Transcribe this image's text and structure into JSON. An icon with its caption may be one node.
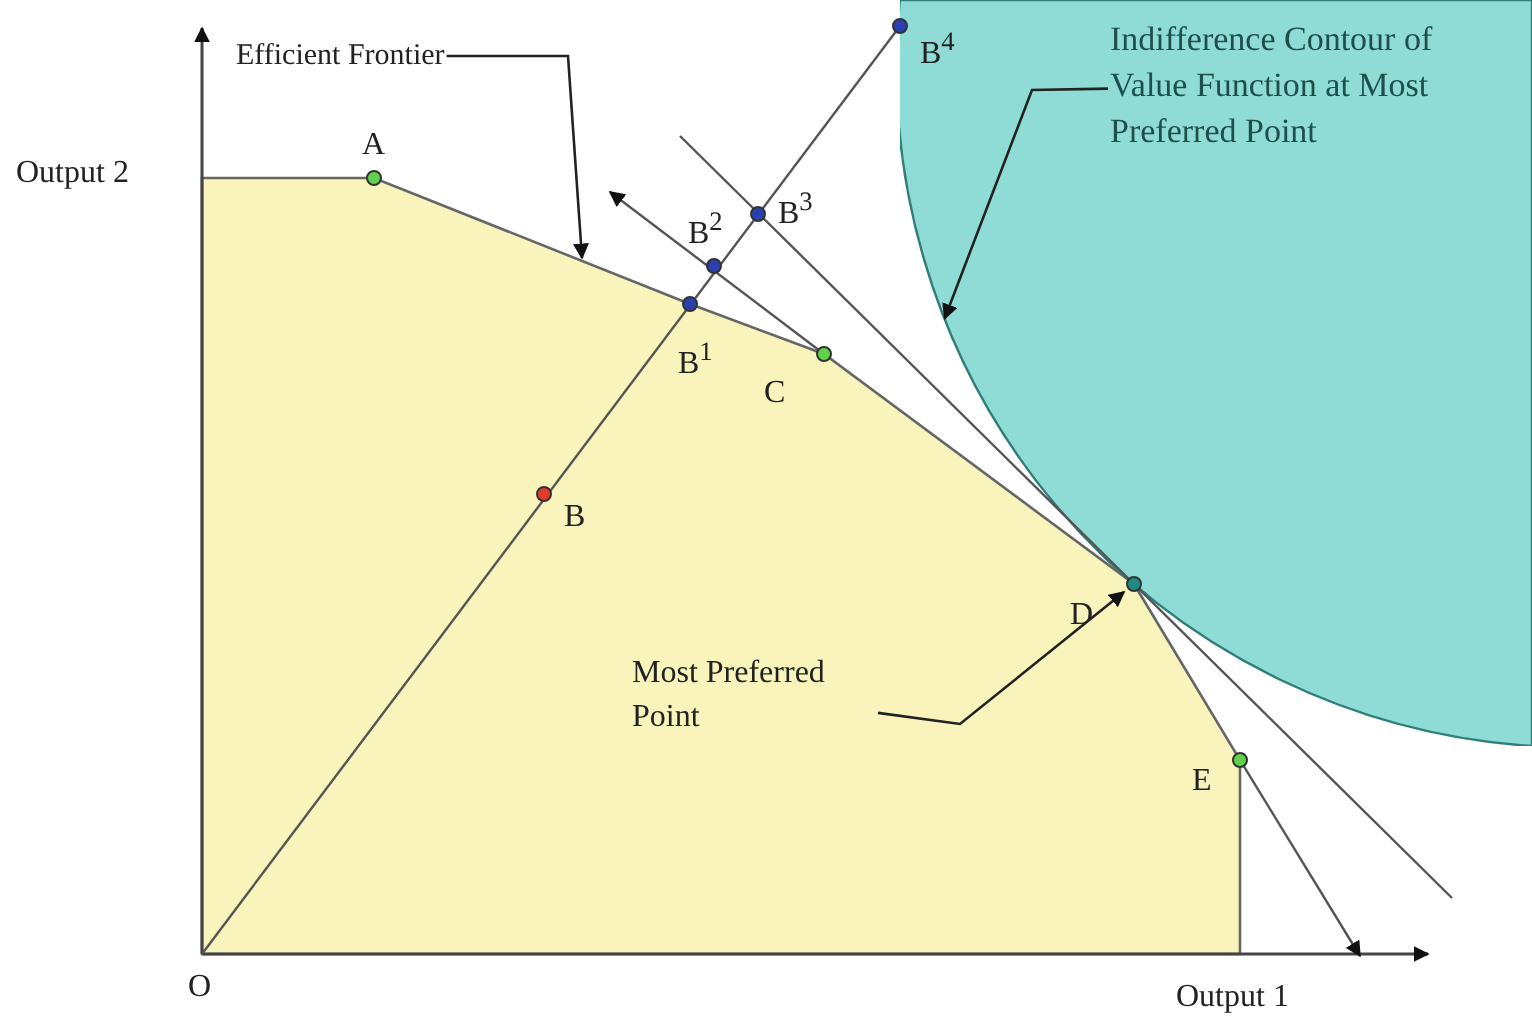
{
  "diagram": {
    "nodes": [
      {
        "text": [
          "Efficient Frontier"
        ]
      },
      {
        "text": [],
        "shape": "circle"
      },
      {
        "text": [
          "Indifference Contour of Value Function at Most Preferred Point"
        ],
        "in": 1
      },
      {
        "text": [],
        "shape": "circle",
        "beside": [
          "B$^{4}$"
        ]
      },
      {
        "text": [],
        "shape": "circle",
        "beside": [
          "A"
        ]
      },
      {
        "text": [],
        "shape": "circle",
        "beside": [
          "B$^{3}$"
        ]
      },
      {
        "text": [],
        "shape": "circle",
        "beside": [
          "B$^{2}$"
        ]
      },
      {
        "text": [],
        "shape": "circle",
        "beside": [
          "B$^{1}$"
        ]
      },
      {
        "text": [],
        "shape": "circle",
        "beside": [
          "C"
        ]
      },
      {
        "text": [],
        "shape": "circle",
        "beside": [
          "B"
        ]
      },
      {
        "text": [
          "Most Preferred Point"
        ]
      },
      {
        "text": [],
        "shape": "circle",
        "beside": [
          "D"
        ]
      },
      {
        "text": [],
        "shape": "circle",
        "beside": [
          "E"
        ]
      }
    ],
    "edges": [
      {
        "from": 0,
        "to": null,
        "arrow": "to"
      },
      {
        "from": 2,
        "to": 1,
        "arrow": "to"
      },
      {
        "from": 10,
        "to": 11,
        "arrow": "to"
      }
    ],
    "labels": [
      "Output 2",
      "O",
      "Output 1"
    ]
  }
}
